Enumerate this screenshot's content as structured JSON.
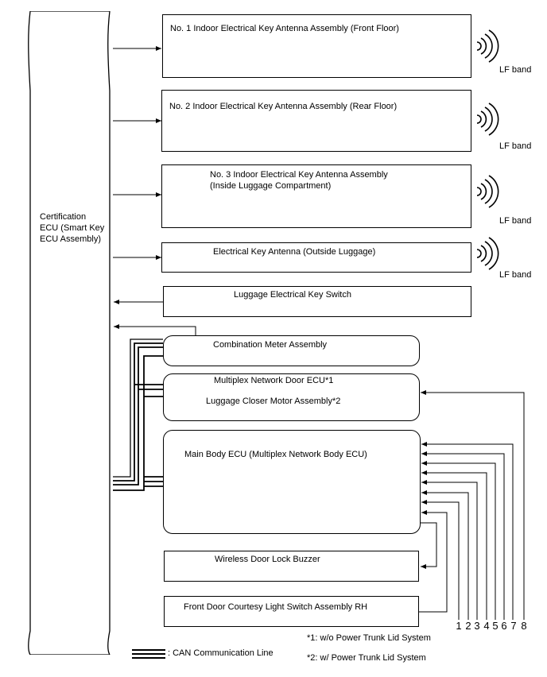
{
  "ecu": {
    "label": "Certification\nECU (Smart Key\nECU Assembly)"
  },
  "boxes": {
    "antenna1": "No. 1 Indoor Electrical Key Antenna Assembly (Front Floor)",
    "antenna2": "No. 2 Indoor Electrical Key Antenna Assembly (Rear Floor)",
    "antenna3": "No. 3 Indoor Electrical Key Antenna Assembly\n(Inside Luggage Compartment)",
    "antenna_outside": "Electrical Key Antenna (Outside Luggage)",
    "luggage_switch": "Luggage Electrical Key Switch",
    "combination_meter": "Combination Meter Assembly",
    "multiplex_door_ecu": "Multiplex Network Door ECU*1",
    "closer_motor": "Luggage Closer Motor Assembly*2",
    "main_body_ecu": "Main Body ECU (Multiplex Network Body ECU)",
    "buzzer": "Wireless Door Lock Buzzer",
    "courtesy_switch": "Front Door Courtesy Light Switch Assembly RH"
  },
  "lf_band": "LF band",
  "pins": [
    "1",
    "2",
    "3",
    "4",
    "5",
    "6",
    "7",
    "8"
  ],
  "notes": {
    "note1": "*1: w/o Power Trunk Lid System",
    "note2": "*2: w/ Power Trunk Lid System"
  },
  "legend": {
    "can_line": ": CAN Communication Line"
  }
}
